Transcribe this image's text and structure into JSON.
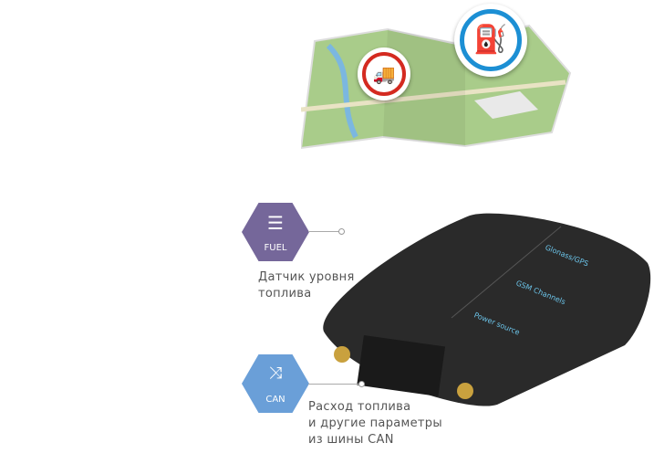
{
  "map": {
    "markers": [
      "fuel-pump-icon",
      "truck-refuel-icon"
    ]
  },
  "fuel": {
    "badge": "FUEL",
    "caption_line1": "Датчик уровня",
    "caption_line2": "топлива",
    "color": "#75679a"
  },
  "can": {
    "badge": "CAN",
    "caption_line1": "Расход топлива",
    "caption_line2": "и другие параметры",
    "caption_line3": "из шины CAN",
    "color": "#6a9fd8"
  },
  "device": {
    "labels": [
      "Glonass/GPS",
      "GSM Channels",
      "Power source"
    ]
  }
}
